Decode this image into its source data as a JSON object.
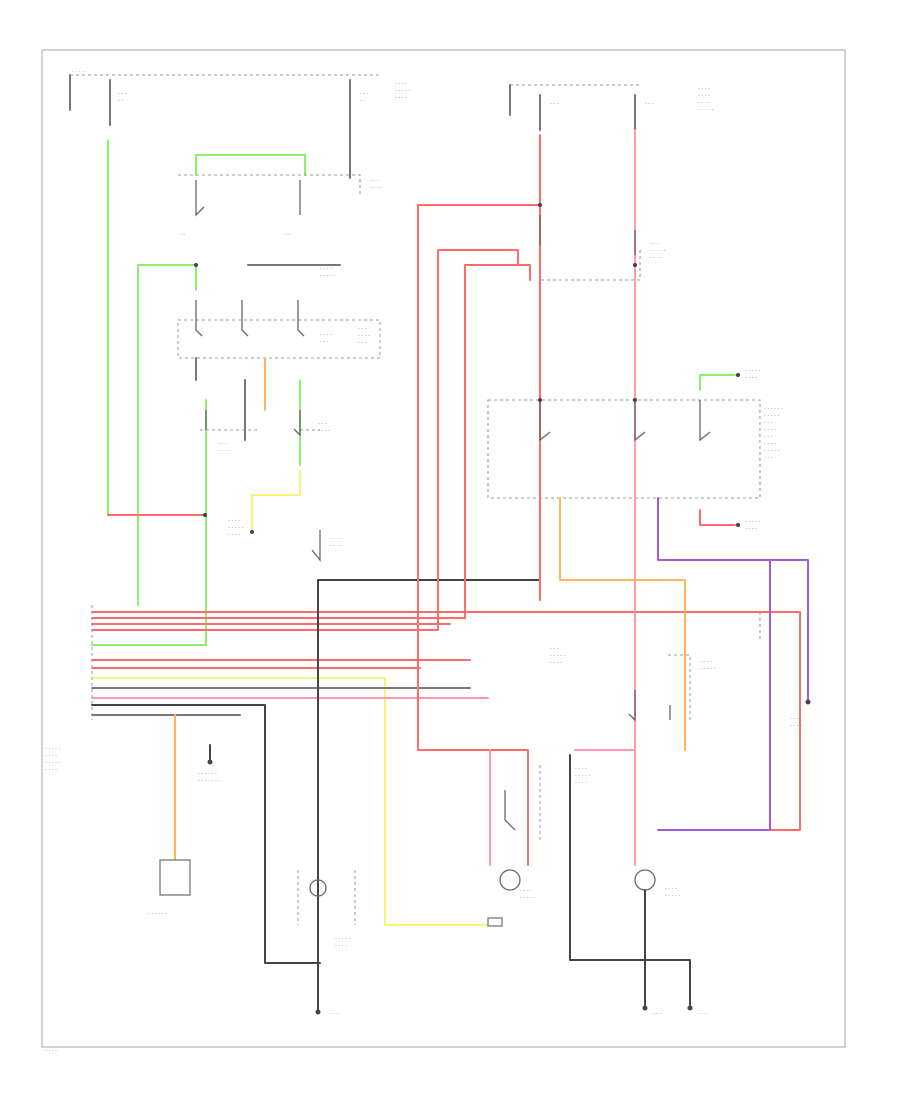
{
  "diagram": {
    "colors": {
      "red": "#ff6b6b",
      "pink": "#ff9aa8",
      "green": "#8df06a",
      "yellow": "#f4f476",
      "orange": "#ffb35a",
      "violet": "#a45bd6",
      "black": "#777777"
    },
    "icons": [
      "ground-symbol",
      "switch-contact",
      "lamp-symbol",
      "alternator-box"
    ]
  }
}
